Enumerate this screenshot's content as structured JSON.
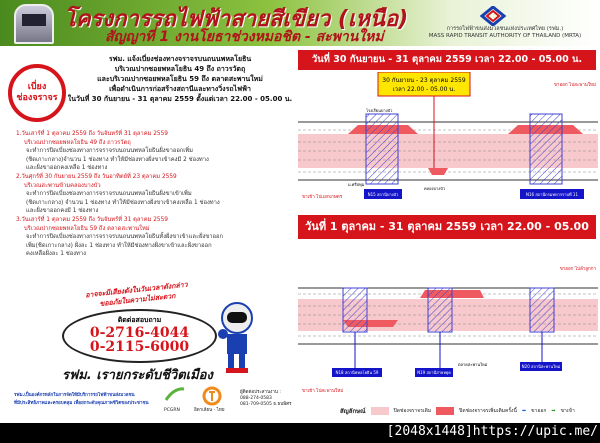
{
  "header": {
    "title": "โครงการรถไฟฟ้าสายสีเขียว (เหนือ)",
    "subtitle": "สัญญาที่ 1 งานโยธาช่วงหมอชิต - สะพานใหม่",
    "org_th": "การรถไฟฟ้าขนส่งมวลชนแห่งประเทศไทย (รฟม.)",
    "org_en": "MASS RAPID TRANSIT AUTHORITY OF THAILAND (MRTA)"
  },
  "badge": {
    "line1": "เบี่ยง",
    "line2": "ช่องจราจร"
  },
  "announce": [
    "รฟม. แจ้งเบี่ยงช่องทางจราจรบนถนนพหลโยธิน",
    "บริเวณปากซอยพหลโยธิน 49 ถึง ถาวรวัตถุ",
    "และบริเวณปากซอยพหลโยธิน 59 ถึง ตลาดสะพานใหม่",
    "เพื่อดำเนินการก่อสร้างสถานีและทางวิ่งรถไฟฟ้า",
    "ในวันที่ 30 กันยายน - 31 ตุลาคม 2559 ตั้งแต่เวลา 22.00 - 05.00 น."
  ],
  "items": [
    {
      "date": "1.วันเสาร์ที่ 1 ตุลาคม 2559 ถึง วันจันทร์ที่ 31 ตุลาคม 2559",
      "place": "บริเวณปากซอยพหลโยธิน 49 ถึง ถาวรวัตถุ",
      "body": [
        "จะทำการปิดเบี่ยงช่องทางการจราจรบนถนนพหลโยธินฝั่งขาออกเพิ่ม",
        "(ชิดเกาะกลาง)จำนวน 1 ช่องทาง ทำให้มีช่องทางฝั่งขาเข้าคงมี 2 ช่องทาง",
        "และฝั่งขาออกคงเหลือ 1 ช่องทาง"
      ]
    },
    {
      "date": "2.วันศุกร์ที่ 30 กันยายน 2559 ถึง วันอาทิตย์ที่ 23 ตุลาคม 2559",
      "place": "บริเวณสะพานข้ามคลองบางบัว",
      "body": [
        "จะทำการปิดเบี่ยงช่องทางการจราจรบนถนนพหลโยธินฝั่งขาเข้าเพิ่ม",
        "(ชิดเกาะกลาง) จำนวน 1 ช่องทาง ทำให้มีช่องทางฝั่งขาเข้าคงเหลือ 1 ช่องทาง",
        "และฝั่งขาออกคงมี 1 ช่องทาง"
      ]
    },
    {
      "date": "3.วันเสาร์ที่ 1 ตุลาคม 2559 ถึง วันจันทร์ที่ 31 ตุลาคม 2559",
      "place": "บริเวณปากซอยพหลโยธิน 59 ถึง ตลาดสะพานใหม่",
      "body": [
        "จะทำการปิดเบี่ยงช่องทางการจราจรบนถนนพหลโยธินทั้งฝั่งขาเข้าและฝั่งขาออก",
        "เพิ่ม(ชิดเกาะกลาง) ฝั่งละ 1 ช่องทาง ทำให้มีช่องทางฝั่งขาเข้าและฝั่งขาออก",
        "คงเหลือฝั่งละ 1 ช่องทาง"
      ]
    }
  ],
  "warning": {
    "line1": "อาจจะมีเสียงดังในวันเวลาดังกล่าว",
    "line2": "ขออภัยในความไม่สะดวก"
  },
  "contact": {
    "label": "ติดต่อสอบถาม",
    "phone1": "0-2716-4044",
    "phone2": "0-2115-6000"
  },
  "slogan": "รฟม. เรายกระดับชีวิตเมือง",
  "footer": {
    "mission1": "รฟม.เป็นองค์กรหลักในการจัดให้มีบริการรถไฟฟ้าขนส่งมวลชน",
    "mission2": "ที่มีประสิทธิภาพและครอบคลุม เพื่อยกระดับคุณภาพชีวิตของประชาชน",
    "partner1": "PCGRN",
    "partner2": "อิตาเลียน - ไทย",
    "coord_label": "ผู้ติดต่อประสานงาน :",
    "coord1": "088-274-0583",
    "coord2": "081-709-0505 ธ.ธนพิศร"
  },
  "diagram1": {
    "banner": "วันที่ 30 กันยายน - 31 ตุลาคม 2559 เวลา 22.00 - 05.00 น.",
    "callout1": "30 กันยายน - 23 ตุลาคม 2559",
    "callout2": "เวลา 22.00 - 05.00 น.",
    "outbound": "ขาออก ไปสะพานใหม่",
    "inbound": "ขาเข้า ไปแยกเกษตร",
    "station1": "N15 สถานีบางบัว",
    "station2": "N16 สถานีกรมทหารราบที่ 11",
    "place1": "โรงเรียนบางบัว",
    "place2": "ม.ศรีปทุม",
    "place3": "คลองบางบัว"
  },
  "diagram2": {
    "banner": "วันที่ 1 ตุลาคม - 31 ตุลาคม 2559 เวลา 22.00 - 05.00 น.",
    "outbound": "ขาออก ไปลำลูกกา",
    "inbound": "ขาเข้า ไปสะพานใหม่",
    "station1": "N18 สถานีพหลโยธิน 59",
    "station2": "N19 สถานีสายหยุด",
    "station3": "N20 สถานีสะพานใหม่",
    "place1": "ตลาดสะพานใหม่"
  },
  "legend": {
    "title": "สัญลักษณ์",
    "existing": "ปิดช่องจราจรเดิม",
    "new": "ปิดช่องจราจรเพิ่มเติมครั้งนี้",
    "out": "ขาออก",
    "in": "ขาเข้า"
  },
  "colors": {
    "red": "#d6141b",
    "closed_existing": "#f7c9cc",
    "closed_new": "#ee5a5f",
    "station_box": "#1414c8",
    "outbound_arrow": "#1f5fd0",
    "inbound_arrow": "#2aa02a"
  },
  "stamp": "[2048x1448]https://upic.me/"
}
